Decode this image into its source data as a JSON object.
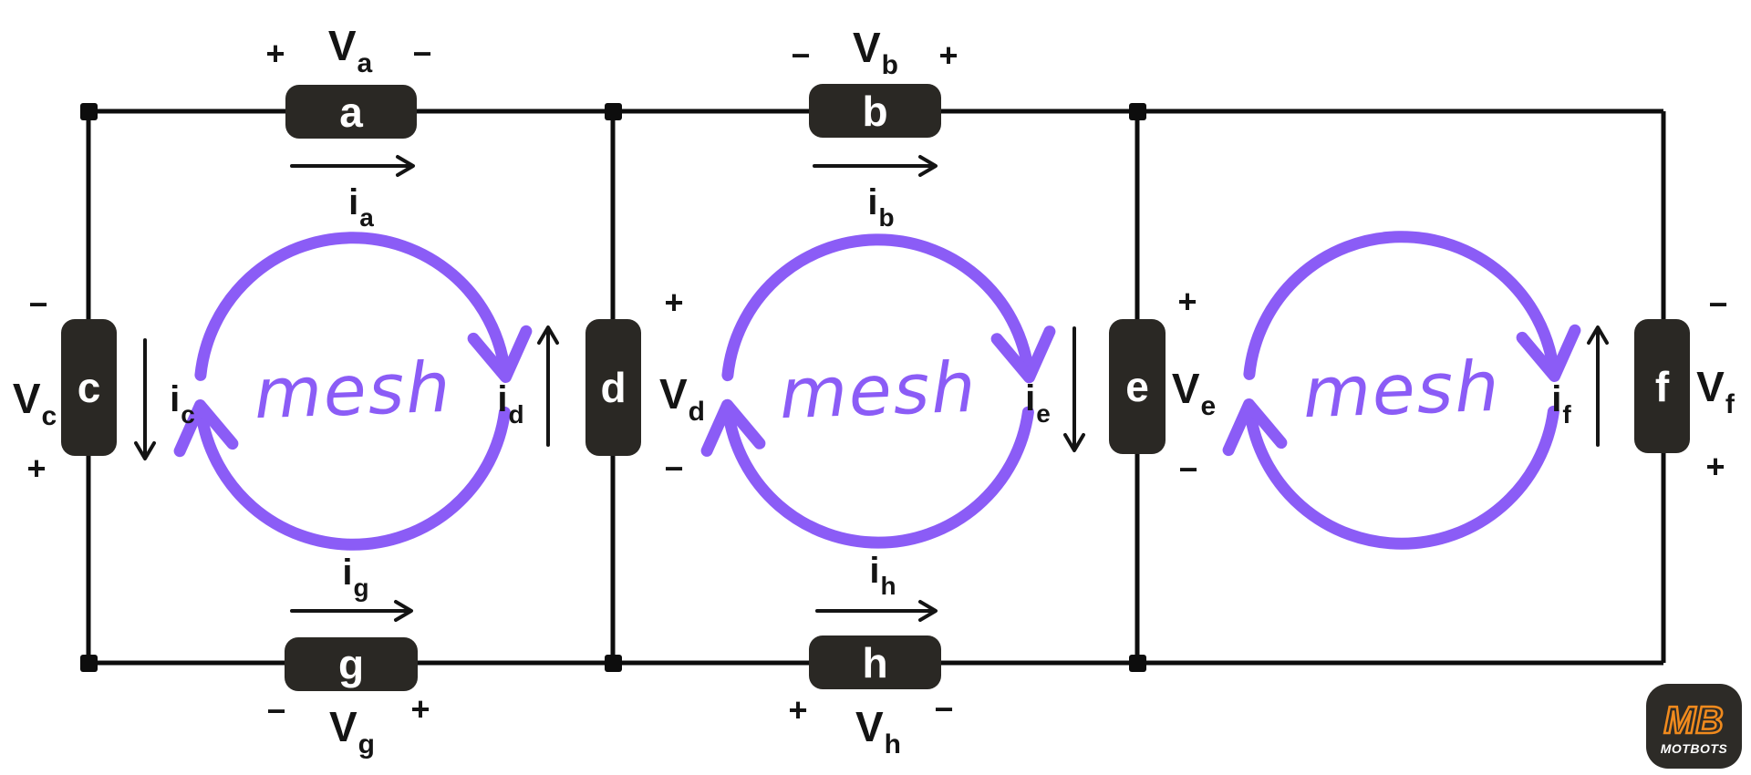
{
  "diagram": {
    "kind": "mesh-analysis-circuit",
    "mesh_count": 3
  },
  "colors": {
    "background": "#ffffff",
    "wire": "#0d0d0d",
    "component_fill": "#2a2824",
    "component_text": "#ffffff",
    "label_text": "#141414",
    "mesh_purple": "#8b5cf6",
    "logo_bg": "#2d2b27",
    "logo_orange": "#f08a1d",
    "logo_text": "#ffffff"
  },
  "components": {
    "a": "a",
    "b": "b",
    "c": "c",
    "d": "d",
    "e": "e",
    "f": "f",
    "g": "g",
    "h": "h"
  },
  "voltages": {
    "a": {
      "base": "V",
      "sub": "a",
      "first_sign": "+",
      "second_sign": "−"
    },
    "b": {
      "base": "V",
      "sub": "b",
      "first_sign": "−",
      "second_sign": "+"
    },
    "c": {
      "base": "V",
      "sub": "c",
      "first_sign": "−",
      "second_sign": "+"
    },
    "d": {
      "base": "V",
      "sub": "d",
      "first_sign": "+",
      "second_sign": "−"
    },
    "e": {
      "base": "V",
      "sub": "e",
      "first_sign": "+",
      "second_sign": "−"
    },
    "f": {
      "base": "V",
      "sub": "f",
      "first_sign": "−",
      "second_sign": "+"
    },
    "g": {
      "base": "V",
      "sub": "g",
      "first_sign": "−",
      "second_sign": "+"
    },
    "h": {
      "base": "V",
      "sub": "h",
      "first_sign": "+",
      "second_sign": "−"
    }
  },
  "currents": {
    "a": {
      "base": "i",
      "sub": "a",
      "direction": "right"
    },
    "b": {
      "base": "i",
      "sub": "b",
      "direction": "right"
    },
    "c": {
      "base": "i",
      "sub": "c",
      "direction": "down"
    },
    "d": {
      "base": "i",
      "sub": "d",
      "direction": "up"
    },
    "e": {
      "base": "i",
      "sub": "e",
      "direction": "down"
    },
    "f": {
      "base": "i",
      "sub": "f",
      "direction": "up"
    },
    "g": {
      "base": "i",
      "sub": "g",
      "direction": "right"
    },
    "h": {
      "base": "i",
      "sub": "h",
      "direction": "right"
    }
  },
  "meshes": [
    {
      "label": "mesh",
      "rotation": "clockwise"
    },
    {
      "label": "mesh",
      "rotation": "clockwise"
    },
    {
      "label": "mesh",
      "rotation": "clockwise"
    }
  ],
  "logo": {
    "initials": "MB",
    "wordmark": "MOTBOTS"
  }
}
